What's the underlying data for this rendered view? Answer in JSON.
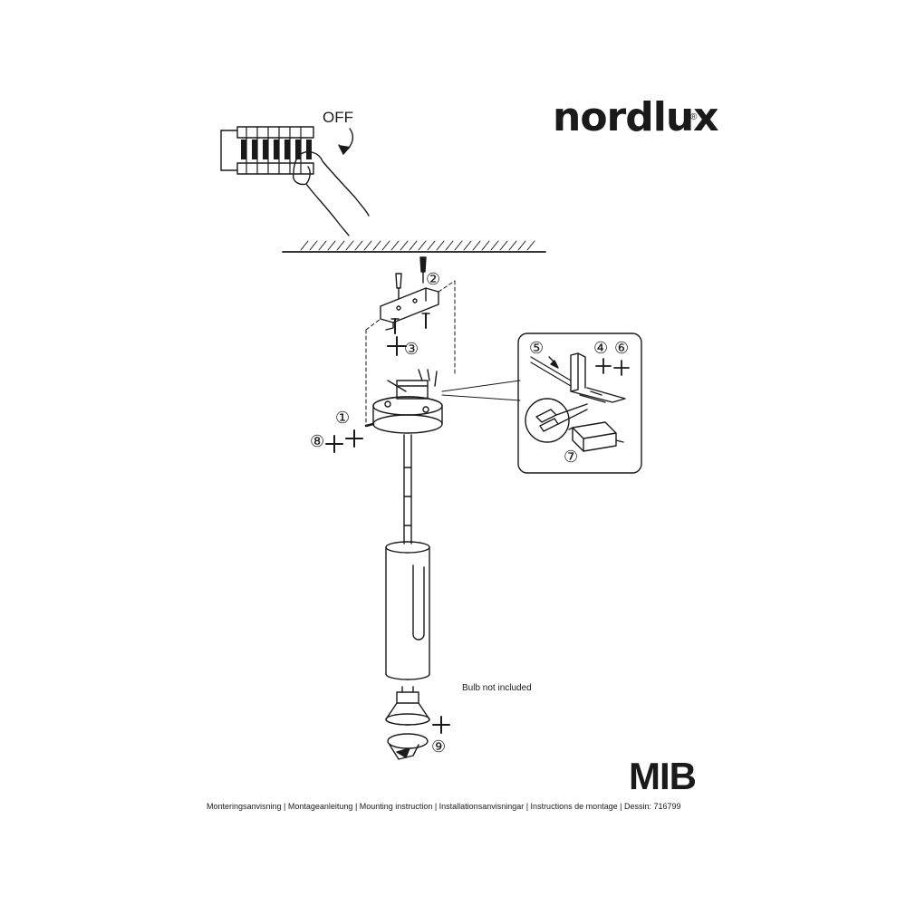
{
  "brand": {
    "name": "nordlux",
    "registered_mark": "®"
  },
  "switch_panel": {
    "off_label": "OFF"
  },
  "steps": {
    "s1": "①",
    "s2": "②",
    "s3": "③",
    "s4": "④",
    "s5": "⑤",
    "s6": "⑥",
    "s7": "⑦",
    "s8": "⑧",
    "s9": "⑨"
  },
  "notes": {
    "bulb": "Bulb not included"
  },
  "product": {
    "name": "MIB"
  },
  "footer": {
    "text": "Monteringsanvisning | Montageanleitung | Mounting instruction | Installationsanvisningar | Instructions de montage | Dessin: 716799"
  }
}
